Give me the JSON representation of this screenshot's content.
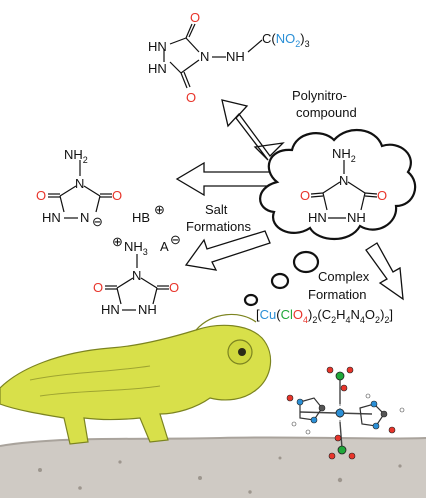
{
  "molecules": {
    "top": {
      "hn_upper": "HN",
      "hn_lower": "HN",
      "o_upper": "O",
      "o_lower": "O",
      "n_ring": "N",
      "nh_link": "NH",
      "c": "C",
      "no2": "NO",
      "sub2": "2",
      "sub3": "3",
      "paren_open": "(",
      "paren_close": ")"
    },
    "center": {
      "nh2": "NH",
      "sub2": "2",
      "n_top": "N",
      "o_left": "O",
      "o_right": "O",
      "hn_left": "HN",
      "nh_right": "NH"
    },
    "left": {
      "nh2": "NH",
      "sub2": "2",
      "n_top": "N",
      "o_left": "O",
      "o_right": "O",
      "hn": "HN",
      "n_minus": "N",
      "minus": "⊖",
      "hb": "HB",
      "plus": "⊕"
    },
    "bottom": {
      "plus": "⊕",
      "nh3": "NH",
      "sub3": "3",
      "anion": "A",
      "minus": "⊖",
      "n_top": "N",
      "o_left": "O",
      "o_right": "O",
      "hn": "HN",
      "nh": "NH"
    }
  },
  "labels": {
    "polynitro_line1": "Polynitro-",
    "polynitro_line2": "compound",
    "salt_line1": "Salt",
    "salt_line2": "Formations",
    "complex_line1": "Complex",
    "complex_line2": "Formation"
  },
  "formula": {
    "bracket_open": "[",
    "cu": "Cu",
    "paren_open": "(",
    "cl": "Cl",
    "o4": "O",
    "sub4": "4",
    "close_paren_sub": ")",
    "sub2a": "2",
    "paren2_open": "(C",
    "sub2b": "2",
    "h": "H",
    "sub4b": "4",
    "n": "N",
    "sub4c": "4",
    "o": "O",
    "sub2c": "2",
    "close2": ")",
    "sub2d": "2",
    "bracket_close": "]"
  },
  "colors": {
    "oxygen": "#e8352b",
    "nitro_group": "#2a8fd6",
    "copper": "#2a8fd6",
    "chlorine": "#20a83a",
    "chameleon": "#d8e04a",
    "wall": "#cfcac4"
  }
}
